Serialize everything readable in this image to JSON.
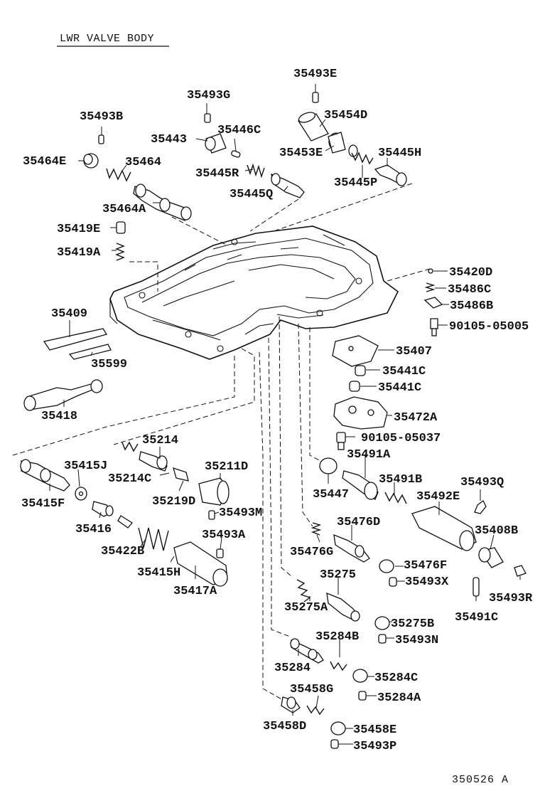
{
  "title": "LWR VALVE BODY",
  "reference": "350526 A",
  "labels": {
    "p35493E": "35493E",
    "p35493G": "35493G",
    "p35454D": "35454D",
    "p35493B": "35493B",
    "p35443": "35443",
    "p35446C": "35446C",
    "p35453E": "35453E",
    "p35445H": "35445H",
    "p35464E": "35464E",
    "p35464": "35464",
    "p35445R": "35445R",
    "p35445P": "35445P",
    "p35445Q": "35445Q",
    "p35464A": "35464A",
    "p35419E": "35419E",
    "p35419A": "35419A",
    "p35420D": "35420D",
    "p35486C": "35486C",
    "p35486B": "35486B",
    "p90105_05005": "90105-05005",
    "p35409": "35409",
    "p35599": "35599",
    "p35407": "35407",
    "p35441C_1": "35441C",
    "p35441C_2": "35441C",
    "p35418": "35418",
    "p35472A": "35472A",
    "p90105_05037": "90105-05037",
    "p35214": "35214",
    "p35211D": "35211D",
    "p35415J": "35415J",
    "p35214C": "35214C",
    "p35491A": "35491A",
    "p35491B": "35491B",
    "p35493Q": "35493Q",
    "p35415F": "35415F",
    "p35219D": "35219D",
    "p35447": "35447",
    "p35492E": "35492E",
    "p35493M": "35493M",
    "p35416": "35416",
    "p35493A": "35493A",
    "p35476D": "35476D",
    "p35408B": "35408B",
    "p35422B": "35422B",
    "p35476G": "35476G",
    "p35476F": "35476F",
    "p35415H": "35415H",
    "p35275": "35275",
    "p35493X": "35493X",
    "p35417A": "35417A",
    "p35493R": "35493R",
    "p35275A": "35275A",
    "p35491C": "35491C",
    "p35275B": "35275B",
    "p35284B": "35284B",
    "p35493N": "35493N",
    "p35284": "35284",
    "p35284C": "35284C",
    "p35458G": "35458G",
    "p35284A": "35284A",
    "p35458D": "35458D",
    "p35458E": "35458E",
    "p35493P": "35493P"
  }
}
